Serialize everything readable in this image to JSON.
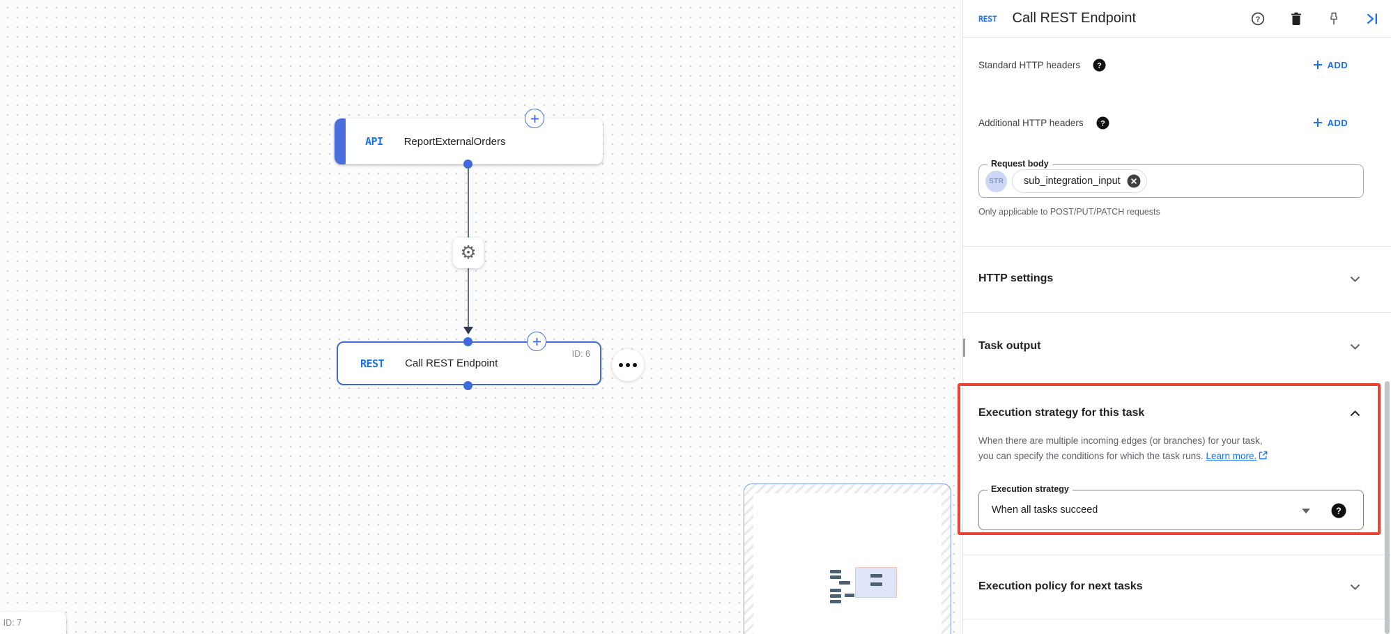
{
  "colors": {
    "accent_blue": "#1a73e8",
    "node_blue": "#3f6add",
    "node_bar_blue": "#4a6edb",
    "highlight_red": "#ea4335"
  },
  "canvas": {
    "trigger_node": {
      "badge": "API",
      "label": "ReportExternalOrders"
    },
    "task_node": {
      "badge": "REST",
      "label": "Call REST Endpoint",
      "id_label": "ID: 6"
    },
    "partial_node": {
      "id_label": "ID: 7"
    }
  },
  "panel": {
    "header": {
      "badge": "REST",
      "title": "Call REST Endpoint"
    },
    "standard_headers": {
      "label": "Standard HTTP headers",
      "add_label": "ADD"
    },
    "additional_headers": {
      "label": "Additional HTTP headers",
      "add_label": "ADD"
    },
    "request_body": {
      "label": "Request body",
      "chip_type": "STR",
      "chip_value": "sub_integration_input",
      "helper": "Only applicable to POST/PUT/PATCH requests"
    },
    "http_settings": {
      "label": "HTTP settings"
    },
    "task_output": {
      "label": "Task output"
    },
    "execution_strategy": {
      "title": "Execution strategy for this task",
      "description_line1": "When there are multiple incoming edges (or branches) for your task,",
      "description_line2": "you can specify the conditions for which the task runs.",
      "learn_more": "Learn more.",
      "field_label": "Execution strategy",
      "field_value": "When all tasks succeed"
    },
    "execution_policy": {
      "label": "Execution policy for next tasks"
    }
  }
}
